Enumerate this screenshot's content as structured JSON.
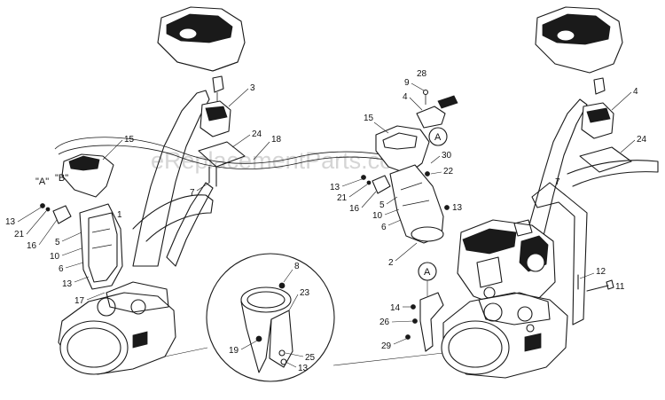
{
  "watermark": "eReplacementParts.com",
  "callouts": {
    "A_top": "A",
    "A_bottom": "A",
    "cable_A": "\"A\"",
    "cable_B": "\"B\""
  },
  "left_labels": {
    "l1": "1",
    "l3": "3",
    "l5": "5",
    "l6": "6",
    "l7": "7",
    "l10": "10",
    "l13a": "13",
    "l13b": "13",
    "l15": "15",
    "l16": "16",
    "l17": "17",
    "l18": "18",
    "l21": "21",
    "l24": "24"
  },
  "right_labels": {
    "r2": "2",
    "r4a": "4",
    "r4b": "4",
    "r5": "5",
    "r6": "6",
    "r7": "7",
    "r9": "9",
    "r10": "10",
    "r11": "11",
    "r12": "12",
    "r13a": "13",
    "r13b": "13",
    "r14": "14",
    "r15": "15",
    "r16": "16",
    "r21": "21",
    "r22": "22",
    "r24": "24",
    "r26": "26",
    "r28": "28",
    "r29": "29",
    "r30": "30"
  },
  "detail_labels": {
    "d8": "8",
    "d13": "13",
    "d19": "19",
    "d23": "23",
    "d25": "25"
  }
}
